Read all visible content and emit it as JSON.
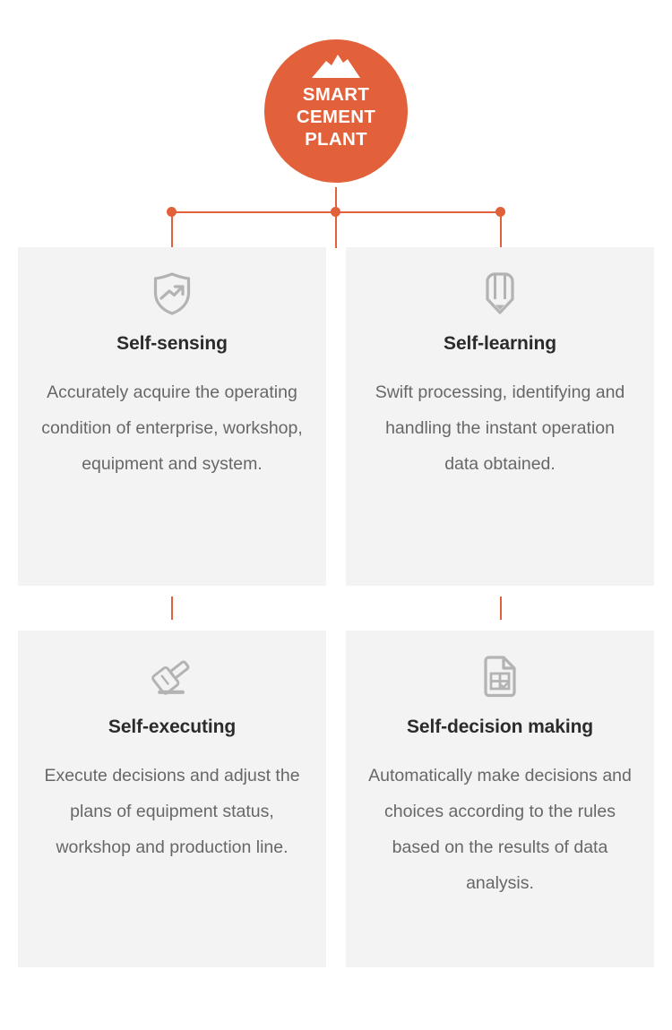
{
  "hub": {
    "icon": "mountain-icon",
    "title": "SMART\nCEMENT\nPLANT",
    "title_lines": [
      "SMART",
      "CEMENT",
      "PLANT"
    ],
    "color": "#E2603A"
  },
  "theme": {
    "accent": "#E2603A",
    "card_background": "#F3F3F3",
    "page_background": "#FFFFFF",
    "title_color": "#2B2B2B",
    "body_color": "#676767",
    "icon_color": "#B3B3B3"
  },
  "connectors": {
    "dots": 3,
    "dot_color": "#E2603A",
    "line_color": "#E2603A"
  },
  "cards": [
    {
      "id": "self-sensing",
      "icon": "shield-trend-icon",
      "title": "Self-sensing",
      "body": "Accurately acquire the operating condition of enterprise, workshop, equipment and system."
    },
    {
      "id": "self-learning",
      "icon": "pencil-icon",
      "title": "Self-learning",
      "body": "Swift processing, identifying and handling the instant operation data obtained."
    },
    {
      "id": "self-executing",
      "icon": "gavel-icon",
      "title": "Self-executing",
      "body": "Execute decisions and adjust the plans of equipment status, workshop and production line."
    },
    {
      "id": "self-decision-making",
      "icon": "document-table-check-icon",
      "title": "Self-decision making",
      "body": "Automatically make decisions and choices according to the rules based on the results of data analysis."
    }
  ]
}
